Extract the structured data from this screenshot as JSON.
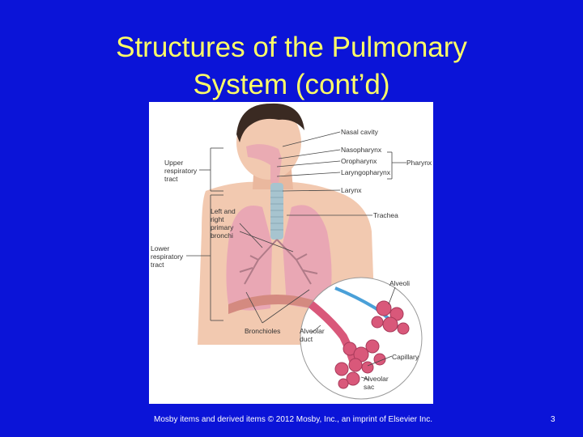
{
  "slide": {
    "title_line1": "Structures of the Pulmonary",
    "title_line2": "System (cont’d)",
    "footer": "Mosby items and derived items © 2012 Mosby, Inc., an imprint of Elsevier Inc.",
    "page_number": "3"
  },
  "figure": {
    "labels": {
      "nasal_cavity": "Nasal cavity",
      "nasopharynx": "Nasopharynx",
      "oropharynx": "Oropharynx",
      "laryngopharynx": "Laryngopharynx",
      "pharynx": "Pharynx",
      "larynx": "Larynx",
      "trachea": "Trachea",
      "upper_tract": [
        "Upper",
        "respiratory",
        "tract"
      ],
      "primary_bronchi": [
        "Left and",
        "right",
        "primary",
        "bronchi"
      ],
      "lower_tract": [
        "Lower",
        "respiratory",
        "tract"
      ],
      "bronchioles": "Bronchioles",
      "alveoli": "Alveoli",
      "alveolar_duct": [
        "Alveolar",
        "duct"
      ],
      "capillary": "Capillary",
      "alveolar_sac": [
        "Alveolar",
        "sac"
      ]
    },
    "colors": {
      "background": "#0b14d8",
      "title": "#ffff66",
      "skin": "#f2c9b0",
      "hair": "#3a2a22",
      "lung": "#e9a7b4",
      "trachea": "#a7c4cf",
      "alveoli": "#d9587a",
      "vessel_blue": "#4aa0d8"
    }
  }
}
